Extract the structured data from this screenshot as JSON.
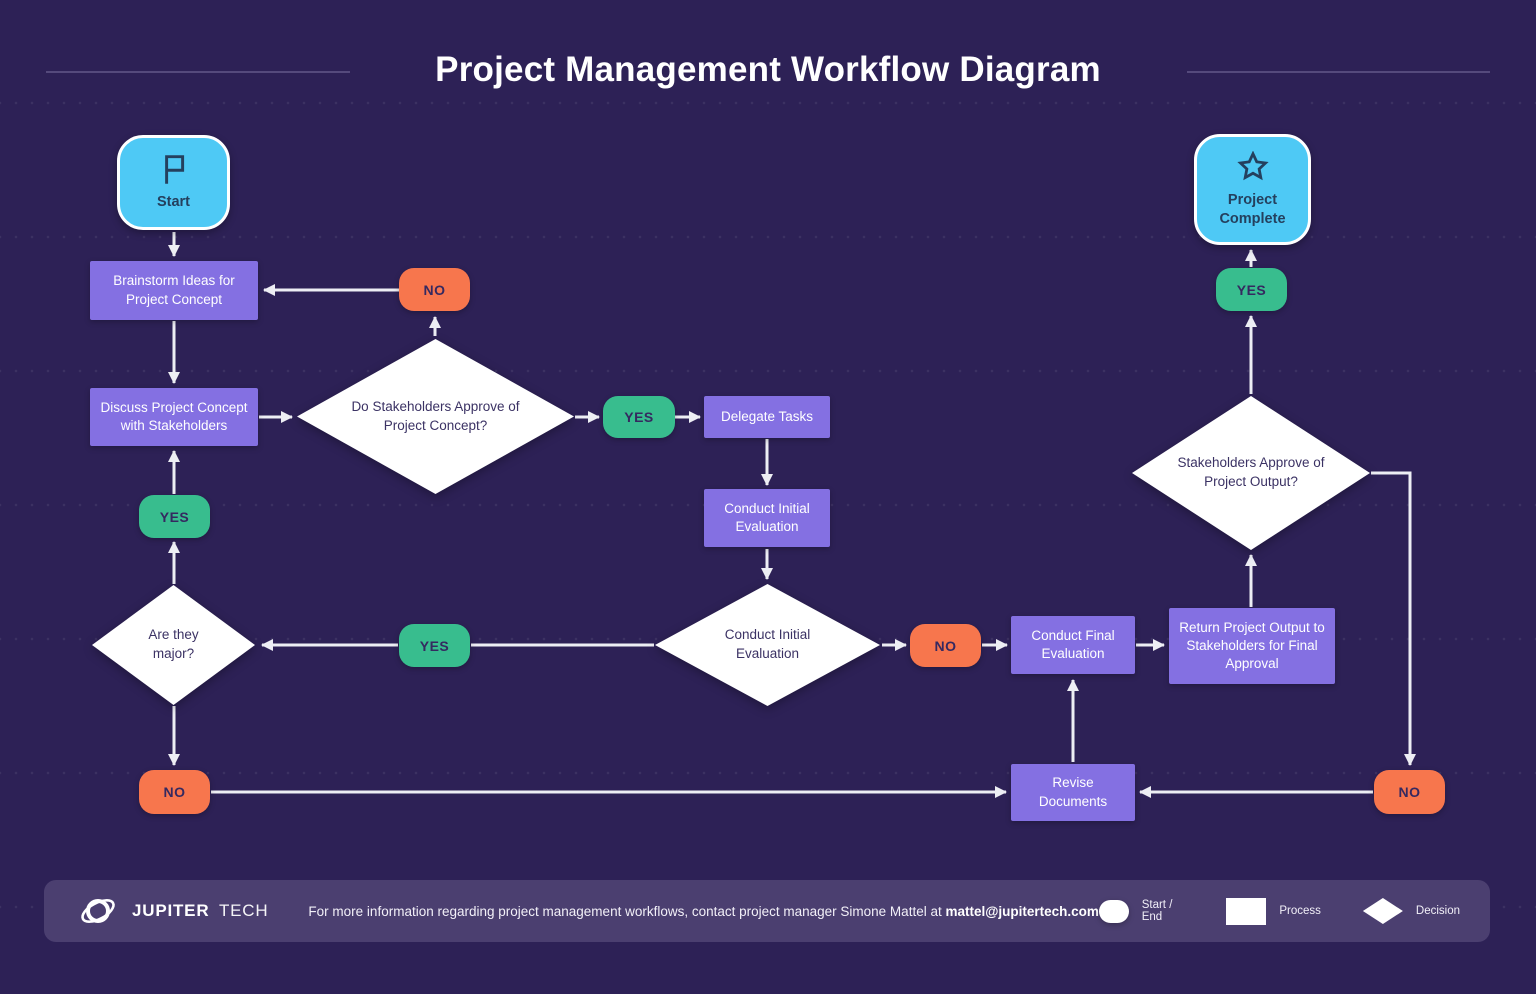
{
  "title": "Project Management Workflow Diagram",
  "labels": {
    "yes": "YES",
    "no": "NO"
  },
  "nodes": {
    "start": "Start",
    "brainstorm": "Brainstorm Ideas for Project Concept",
    "discuss": "Discuss Project Concept with Stakeholders",
    "approve_concept": "Do Stakeholders Approve of Project Concept?",
    "delegate": "Delegate Tasks",
    "conduct_initial_box": "Conduct Initial Evaluation",
    "conduct_initial_decision": "Conduct Initial Evaluation",
    "are_they_major": "Are they major?",
    "conduct_final": "Conduct Final Evaluation",
    "return_output": "Return Project Output to Stakeholders for Final Approval",
    "approve_output": "Stakeholders Approve of Project Output?",
    "revise": "Revise Documents",
    "project_complete": "Project Complete"
  },
  "footer": {
    "brand_primary": "JUPITER",
    "brand_secondary": "TECH",
    "info_prefix": "For more information regarding project management workflows, contact project manager Simone Mattel at ",
    "email": "mattel@jupitertech.com",
    "legend": [
      {
        "shape": "pill",
        "label": "Start / End"
      },
      {
        "shape": "rect",
        "label": "Process"
      },
      {
        "shape": "diamond",
        "label": "Decision"
      }
    ]
  },
  "colors": {
    "background": "#2d2156",
    "process_box": "#8470e2",
    "terminal_box": "#4ec9f5",
    "yes_badge": "#38bd8e",
    "no_badge": "#f7764d",
    "connector_line": "#edeef4",
    "decision_shape": "#ffffff",
    "footer_bar": "#4b3f70"
  }
}
